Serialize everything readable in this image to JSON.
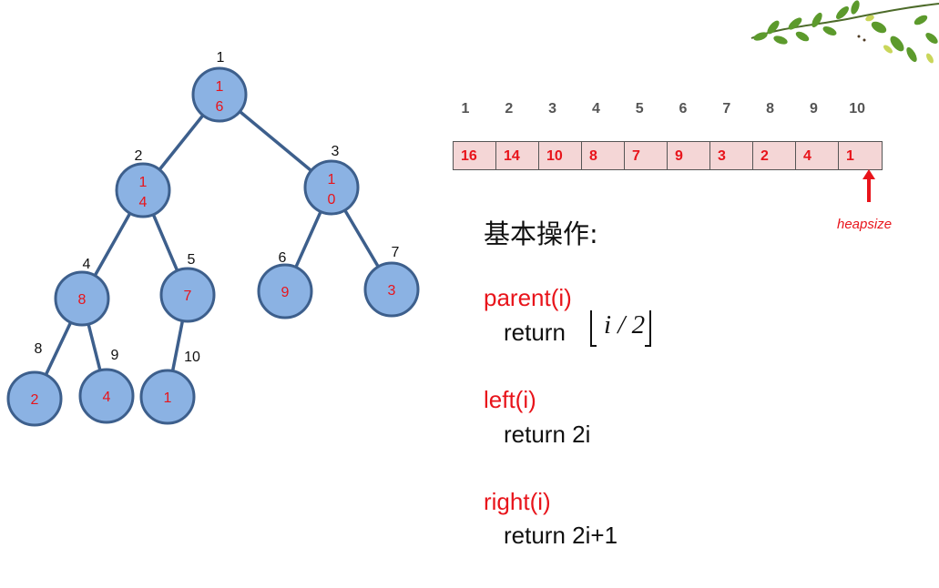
{
  "tree": {
    "nodes": [
      {
        "index": "1",
        "value": "16"
      },
      {
        "index": "2",
        "value": "14"
      },
      {
        "index": "3",
        "value": "10"
      },
      {
        "index": "4",
        "value": "8"
      },
      {
        "index": "5",
        "value": "7"
      },
      {
        "index": "6",
        "value": "9"
      },
      {
        "index": "7",
        "value": "3"
      },
      {
        "index": "8",
        "value": "2"
      },
      {
        "index": "9",
        "value": "4"
      },
      {
        "index": "10",
        "value": "1"
      }
    ]
  },
  "array": {
    "indices": [
      "1",
      "2",
      "3",
      "4",
      "5",
      "6",
      "7",
      "8",
      "9",
      "10"
    ],
    "values": [
      "16",
      "14",
      "10",
      "8",
      "7",
      "9",
      "3",
      "2",
      "4",
      "1"
    ]
  },
  "heapsize_label": "heapsize",
  "colors": {
    "node_fill": "#8bb2e3",
    "node_stroke": "#3d5f8c",
    "accent_red": "#e8141b",
    "cell_fill": "#f4d6d6"
  },
  "operations": {
    "title": "基本操作:",
    "items": [
      {
        "name": "parent(i)",
        "ret_prefix": "return",
        "ret_expr": "i / 2",
        "floor": true
      },
      {
        "name": "left(i)",
        "ret_prefix": "return 2i"
      },
      {
        "name": "right(i)",
        "ret_prefix": "return 2i+1"
      }
    ]
  }
}
